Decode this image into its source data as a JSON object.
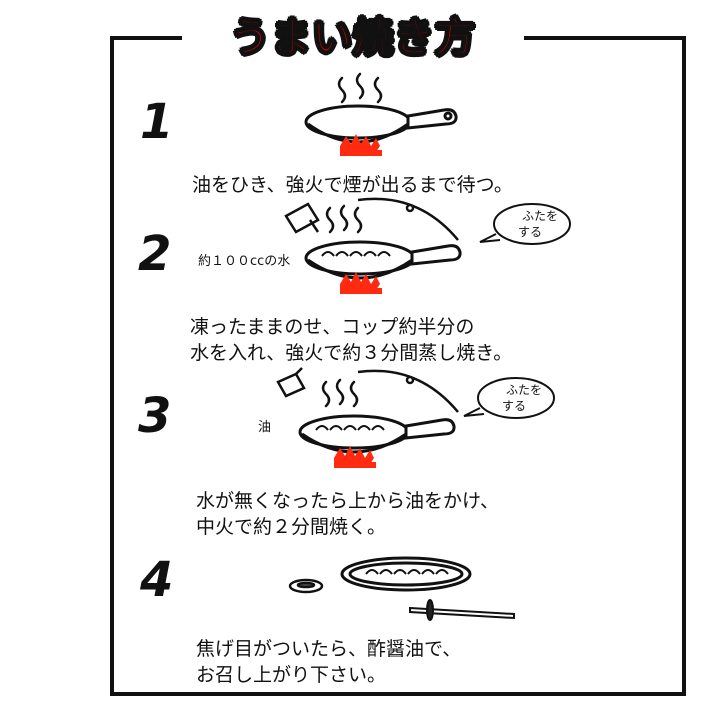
{
  "title": "うまい焼き方",
  "steps": [
    {
      "number": "1",
      "lines": [
        "油をひき、強火で煙が出るまで待つ。"
      ]
    },
    {
      "number": "2",
      "lines": [
        "凍ったままのせ、コップ約半分の",
        "水を入れ、強火で約３分間蒸し焼き。"
      ],
      "water_label": "約１００ccの水",
      "bubble_lines": [
        "ふたを",
        "する"
      ]
    },
    {
      "number": "3",
      "lines": [
        "水が無くなったら上から油をかけ、",
        "中火で約２分間焼く。"
      ],
      "oil_label": "油",
      "bubble_lines": [
        "ふたを",
        "する"
      ]
    },
    {
      "number": "4",
      "lines": [
        "焦げ目がついたら、酢醤油で、",
        "お召し上がり下さい。"
      ]
    }
  ],
  "colors": {
    "title_red": "#e40000",
    "flame_red": "#ff2a10",
    "ink": "#111111"
  }
}
